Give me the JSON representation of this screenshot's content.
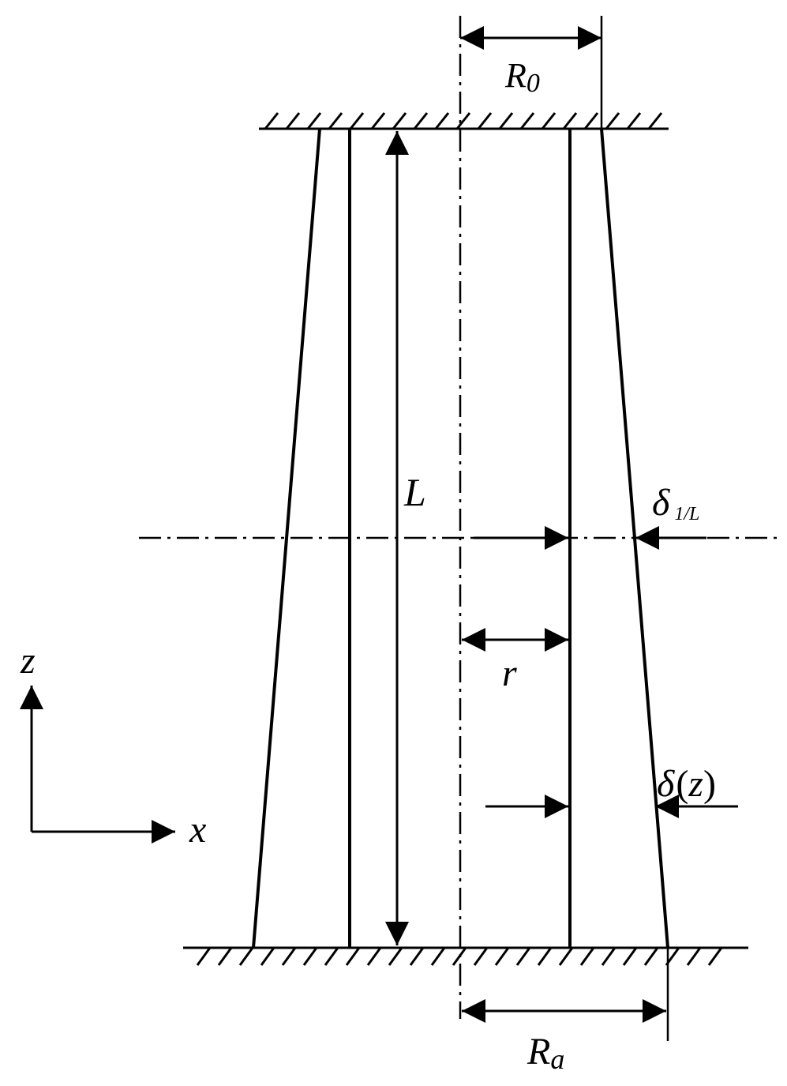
{
  "labels": {
    "R0_main": "R",
    "R0_sub": "0",
    "L": "L",
    "delta1_main": "δ",
    "delta1_sub": "1/L",
    "r": "r",
    "deltaz_main": "δ",
    "deltaz_open": "(",
    "deltaz_var": "z",
    "deltaz_close": ")",
    "Ra_main": "R",
    "Ra_sub": "a",
    "axis_z": "z",
    "axis_x": "x"
  }
}
